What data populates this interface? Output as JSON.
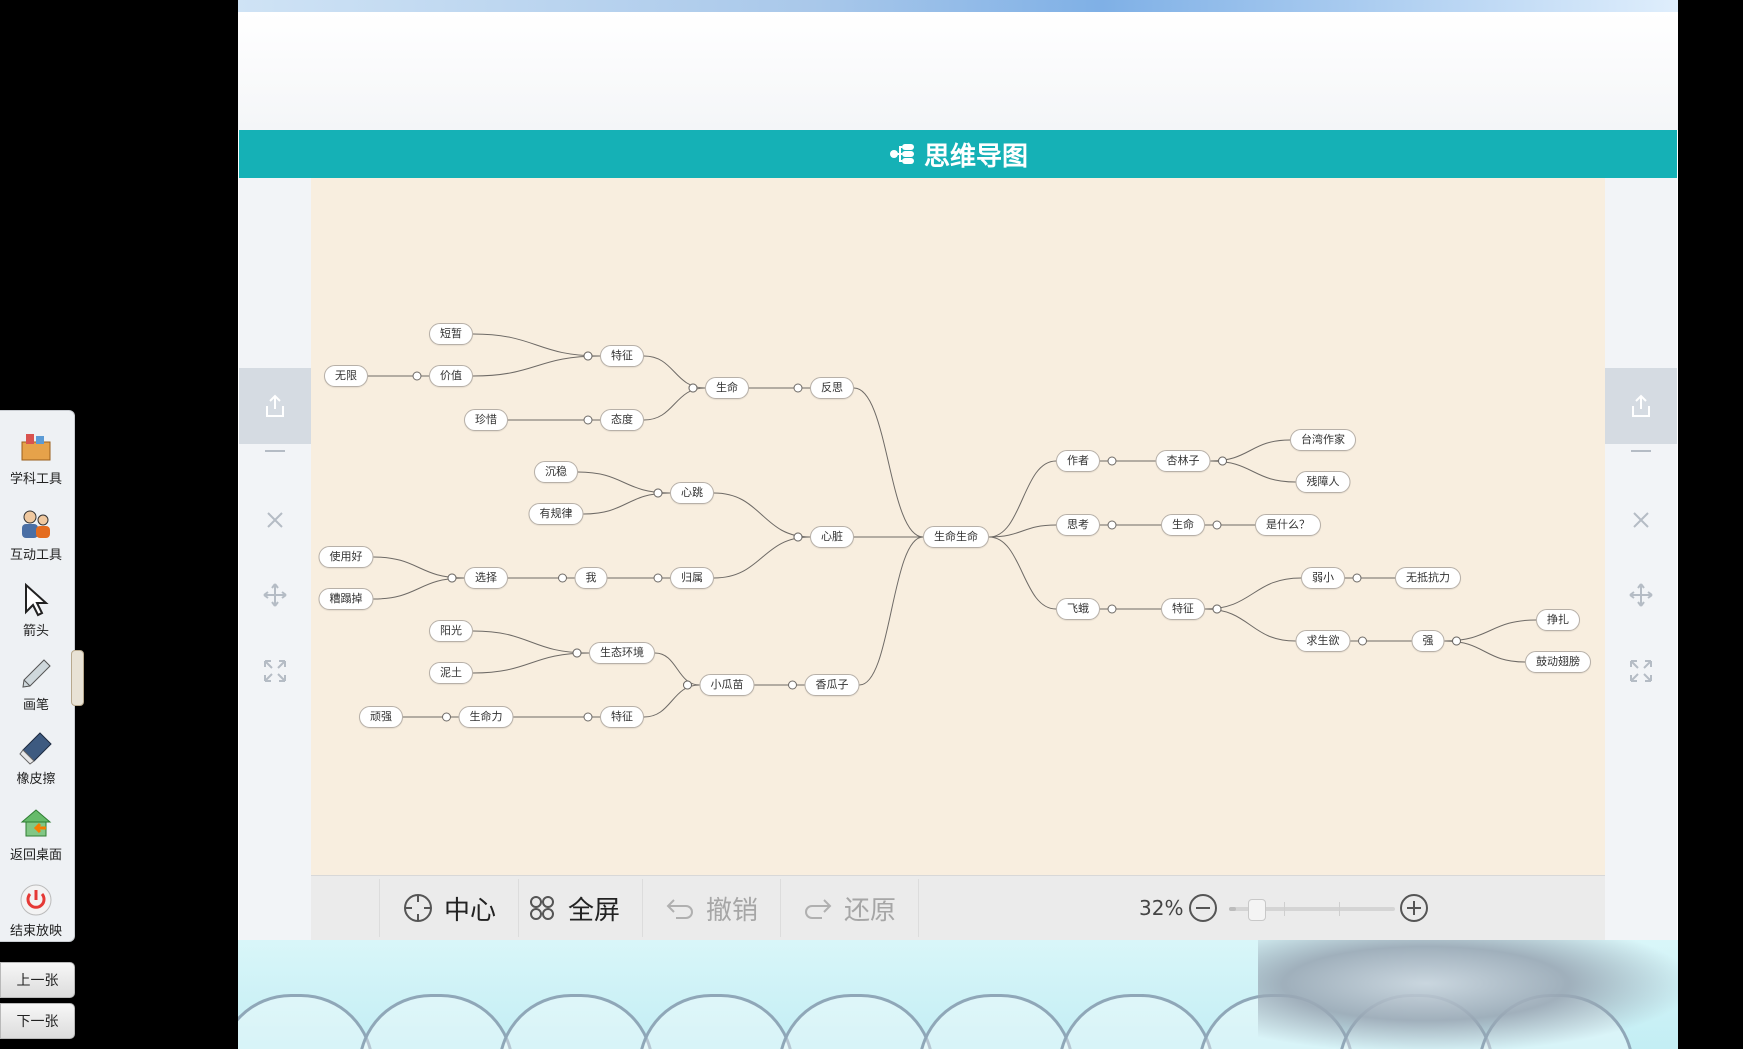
{
  "mindmap": {
    "title": "思维导图",
    "center": "生命生命",
    "nodes": {
      "n_fansi": "反思",
      "n_shengming1": "生命",
      "n_tezheng1": "特征",
      "n_taidu": "态度",
      "n_duanzan": "短暂",
      "n_jiazhi": "价值",
      "n_wuxian": "无限",
      "n_zhenxi": "珍惜",
      "n_xinzang": "心脏",
      "n_xintiao": "心跳",
      "n_guishu": "归属",
      "n_chenwen": "沉稳",
      "n_youguilv": "有规律",
      "n_wo": "我",
      "n_xuanze": "选择",
      "n_shiyonghao": "使用好",
      "n_zaotajin": "糟蹋掉",
      "n_xiangguazi": "香瓜子",
      "n_xiaoguamiao": "小瓜苗",
      "n_shengtaihuanjing": "生态环境",
      "n_tezheng2": "特征",
      "n_yangguang": "阳光",
      "n_nitu": "泥土",
      "n_shengmingli": "生命力",
      "n_wanqiang": "顽强",
      "n_zuozhe": "作者",
      "n_xinglinzi": "杏林子",
      "n_taiwanzuojia": "台湾作家",
      "n_canjiren": "残障人",
      "n_sikao": "思考",
      "n_shengming2": "生命",
      "n_shishenme": "是什么？",
      "n_feie": "飞蛾",
      "n_tezheng3": "特征",
      "n_ruoxiao": "弱小",
      "n_wulikangli": "无抵抗力",
      "n_qiushengyu": "求生欲",
      "n_qiang": "强",
      "n_zhengzha": "挣扎",
      "n_guchiziji": "鼓动翅膀"
    }
  },
  "toolbar": {
    "center_label": "中心",
    "fullscreen_label": "全屏",
    "undo_label": "撤销",
    "redo_label": "还原",
    "zoom_percent": "32%",
    "zoom_level": 0.32
  },
  "tools": {
    "subject": "学科工具",
    "interactive": "互动工具",
    "arrow": "箭头",
    "pen": "画笔",
    "eraser": "橡皮擦",
    "desktop": "返回桌面",
    "end": "结束放映"
  },
  "nav": {
    "prev": "上一张",
    "next": "下一张"
  },
  "colors": {
    "header": "#15b1b6",
    "canvas": "#f8eedf"
  }
}
